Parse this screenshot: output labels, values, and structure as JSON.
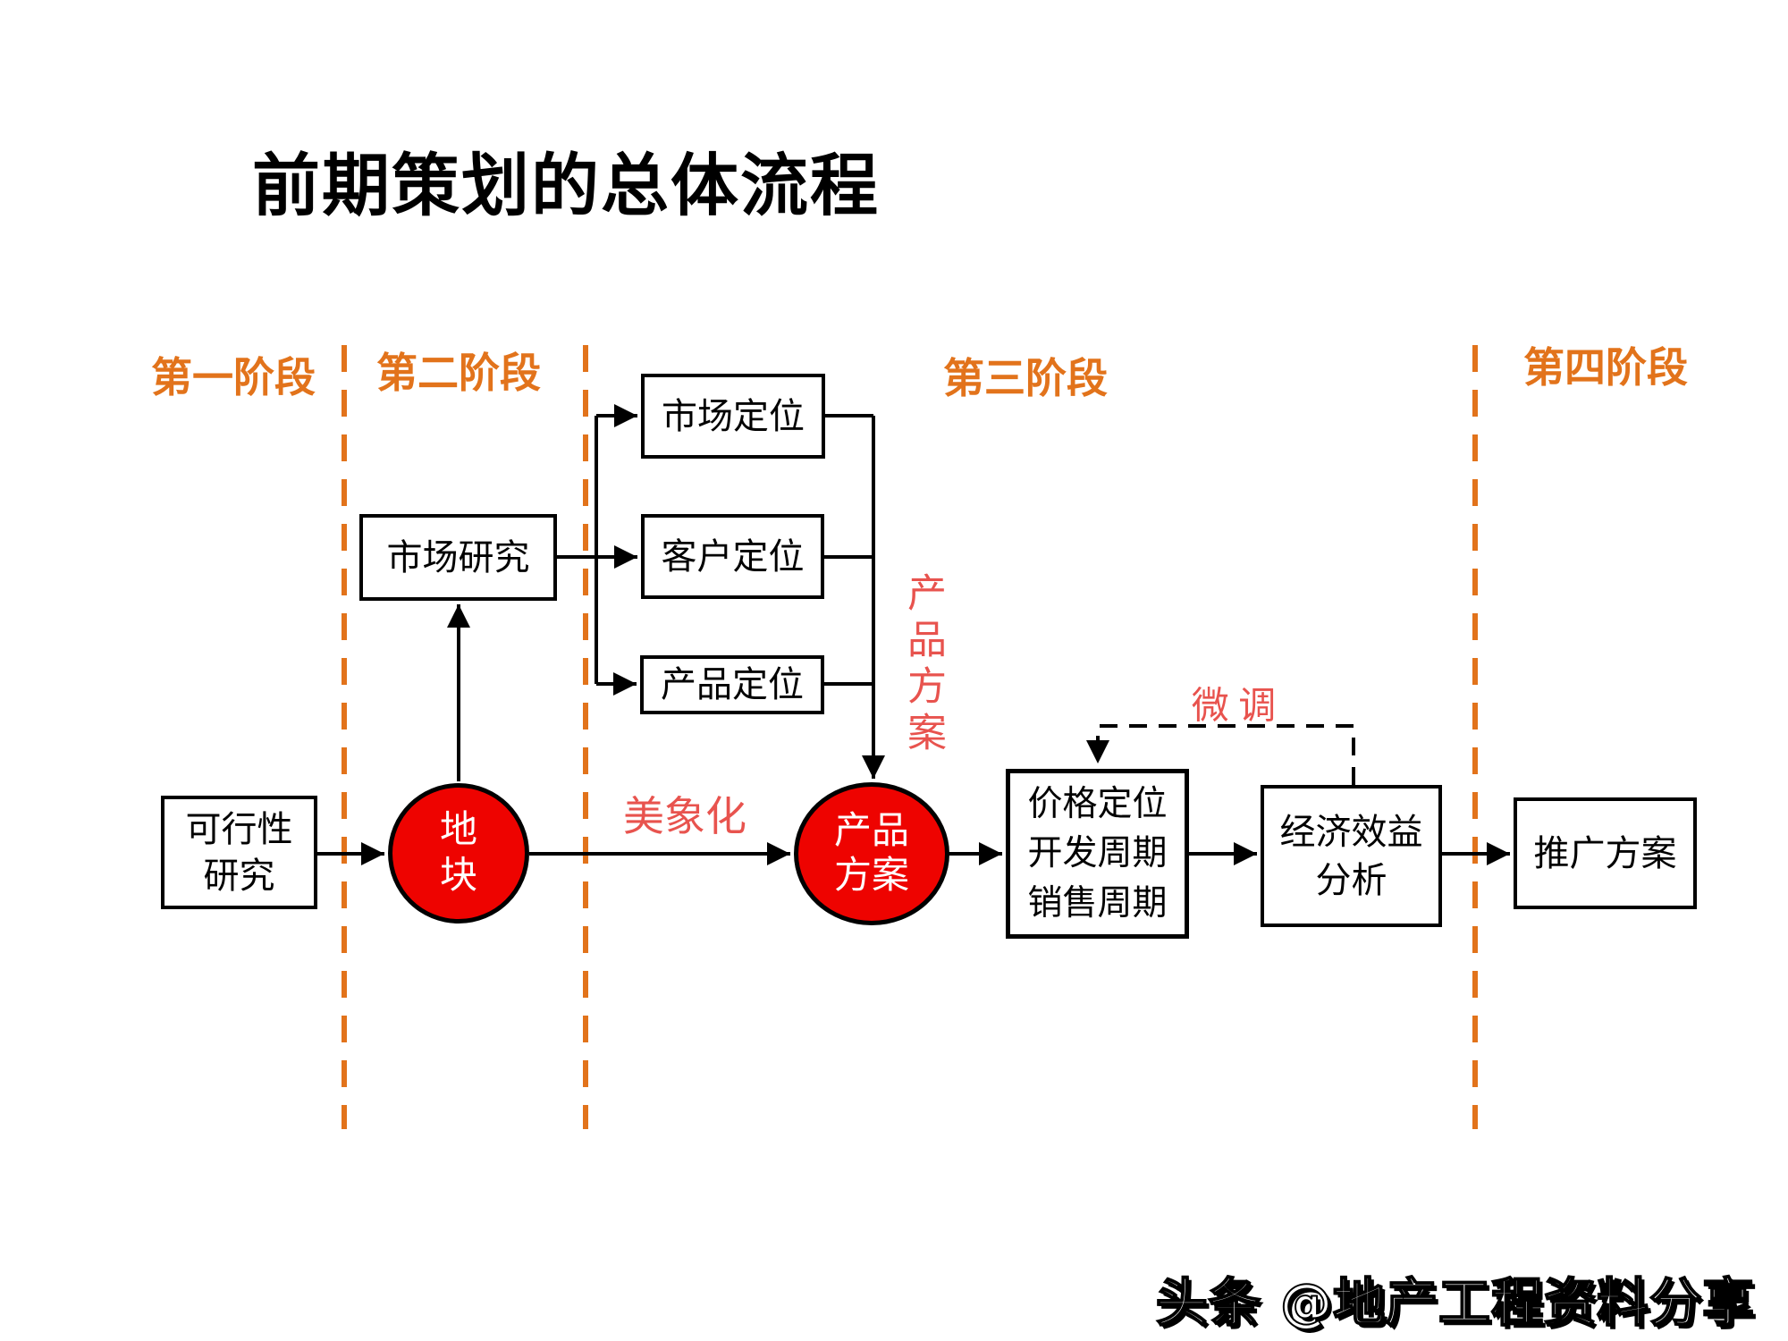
{
  "title": "前期策划的总体流程",
  "stages": [
    {
      "label": "第一阶段"
    },
    {
      "label": "第二阶段"
    },
    {
      "label": "第三阶段"
    },
    {
      "label": "第四阶段"
    }
  ],
  "nodes": {
    "feasibility": {
      "label": "可行性\n研究"
    },
    "market_research": {
      "label": "市场研究"
    },
    "market_positioning": {
      "label": "市场定位"
    },
    "customer_positioning": {
      "label": "客户定位"
    },
    "product_positioning": {
      "label": "产品定位"
    },
    "land": {
      "label": "地\n块"
    },
    "product_plan": {
      "label": "产品\n方案"
    },
    "pricing": {
      "label": "价格定位\n开发周期\n销售周期"
    },
    "economic": {
      "label": "经济效益\n分析"
    },
    "promotion": {
      "label": "推广方案"
    }
  },
  "edge_labels": {
    "beautify": "美象化",
    "fine_tune": "微 调",
    "product_plan_flow": "产品方案"
  },
  "watermark": "头条 @地产工程资料分享",
  "colors": {
    "stage_orange": "#E2731B",
    "annotation_red": "#E8534E",
    "node_fill_red": "#EE0300",
    "line_black": "#000000"
  }
}
